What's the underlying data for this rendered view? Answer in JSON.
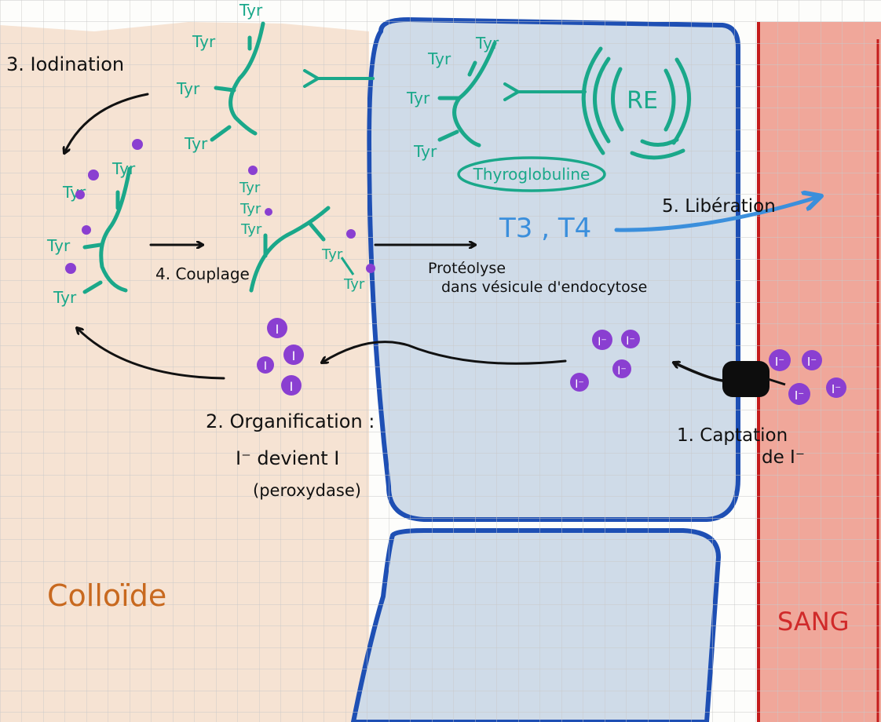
{
  "steps": {
    "iodination": "3. Iodination",
    "coupling": "4. Couplage",
    "proteolysis_line1": "Protéolyse",
    "proteolysis_line2": "dans vésicule d'endocytose",
    "liberation": "5. Libération",
    "organification_title": "2. Organification :",
    "organification_line2": "I⁻ devient I",
    "organification_line3": "(peroxydase)",
    "captation_line1": "1. Captation",
    "captation_line2": "de I⁻"
  },
  "labels": {
    "colloid": "Colloïde",
    "blood": "SANG",
    "er": "RE",
    "thyroglobulin": "Thyroglobuline",
    "hormones": "T3 , T4",
    "tyr": "Tyr",
    "iodine": "I",
    "iodide": "I⁻"
  },
  "colors": {
    "colloid_bg": "#f6e3d3",
    "cell_bg": "#cfdbe8",
    "cell_border": "#1e4fb4",
    "blood_bg": "#f0a79a",
    "blood_line": "#c41c1c",
    "tyr_green": "#1aa88a",
    "iodine_purple": "#8a3fd1",
    "hormone_blue": "#3b8fdc",
    "colloid_text": "#c8691f",
    "blood_text": "#d02a2a"
  }
}
